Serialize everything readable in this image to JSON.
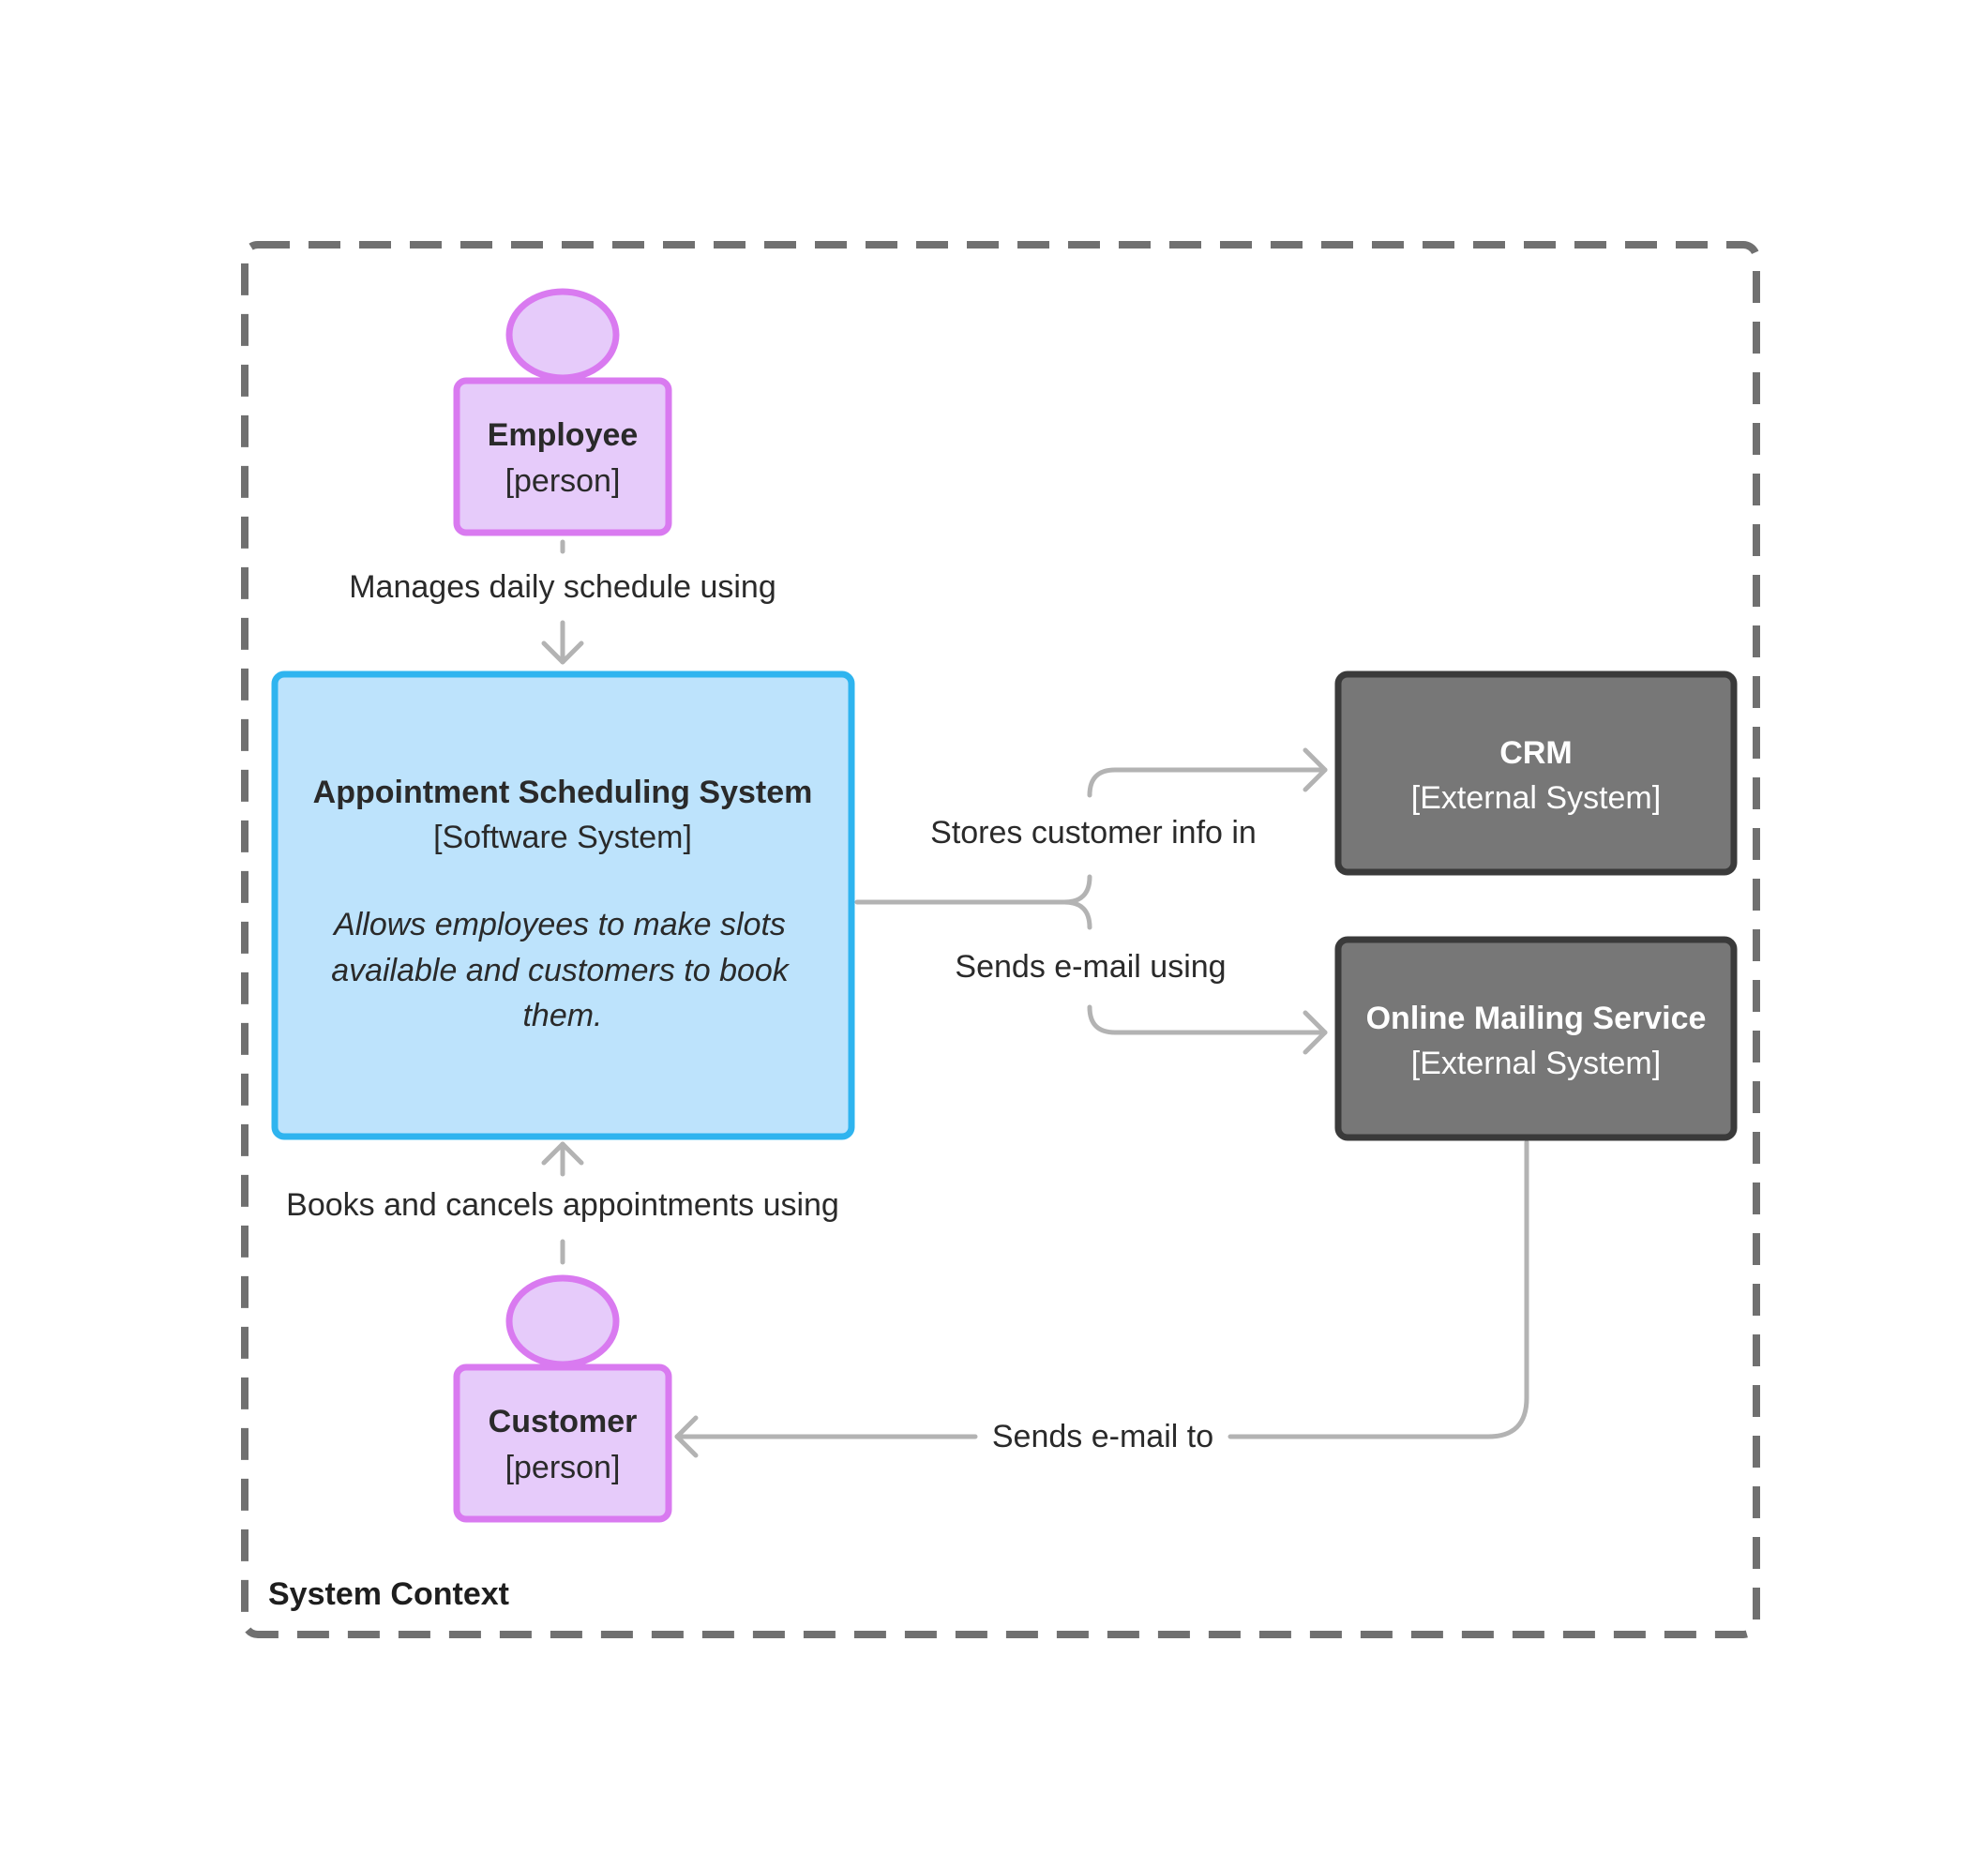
{
  "boundary": {
    "label": "System Context"
  },
  "nodes": {
    "employee": {
      "name": "Employee",
      "type": "[person]"
    },
    "system": {
      "name": "Appointment Scheduling System",
      "type": "[Software System]",
      "description_lines": [
        "Allows employees to make slots",
        "available and customers to book",
        "them."
      ]
    },
    "crm": {
      "name": "CRM",
      "type": "[External System]"
    },
    "mailing": {
      "name": "Online Mailing Service",
      "type": "[External System]"
    },
    "customer": {
      "name": "Customer",
      "type": "[person]"
    }
  },
  "edges": {
    "employee_to_system": "Manages daily schedule using",
    "customer_to_system": "Books and cancels appointments using",
    "system_to_crm": "Stores customer info in",
    "system_to_mailing": "Sends e-mail using",
    "mailing_to_customer": "Sends e-mail to"
  },
  "colors": {
    "person_fill": "#e6cbfa",
    "person_stroke": "#d97af0",
    "system_fill": "#bde3fc",
    "system_stroke": "#2fb4ef",
    "external_fill": "#777777",
    "external_stroke": "#3a3a3a",
    "edge": "#b3b3b3",
    "boundary": "#707070"
  }
}
